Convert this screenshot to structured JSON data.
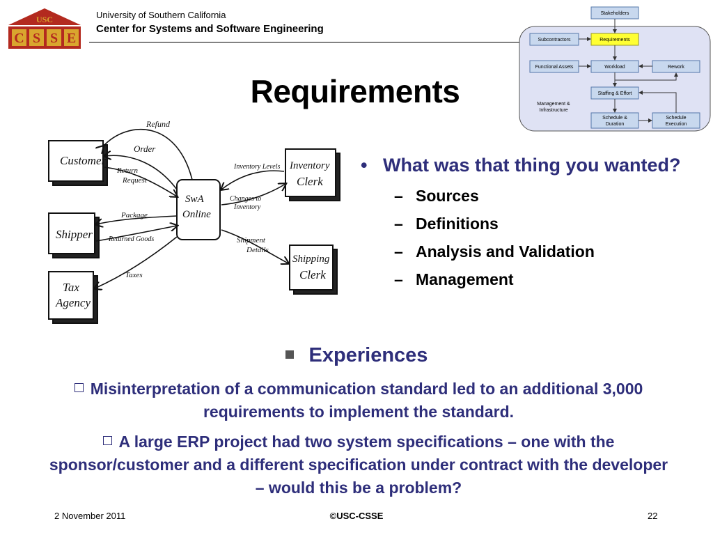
{
  "header": {
    "logo_top": "USC",
    "logo_letters": [
      "C",
      "S",
      "S",
      "E"
    ],
    "university": "University of Southern California",
    "center": "Center for Systems and Software Engineering"
  },
  "slide": {
    "title": "Requirements"
  },
  "flow_diagram": {
    "boxes": {
      "stakeholders": "Stakeholders",
      "subcontractors": "Subcontractors",
      "requirements": "Requirements",
      "functional_assets": "Functional Assets",
      "workload": "Workload",
      "rework": "Rework",
      "staffing": "Staffing & Effort",
      "schedule_duration_1": "Schedule &",
      "schedule_duration_2": "Duration",
      "schedule_execution_1": "Schedule",
      "schedule_execution_2": "Execution"
    },
    "note_1": "Management &",
    "note_2": "Infrastructure",
    "colors": {
      "highlight": "#ffff33",
      "box": "#c8d8ee",
      "panel": "#dfe2f4"
    }
  },
  "sketch": {
    "entities": {
      "customer": "Customer",
      "shipper": "Shipper",
      "tax_1": "Tax",
      "tax_2": "Agency",
      "inventory_1": "Inventory",
      "inventory_2": "Clerk",
      "shipping_1": "Shipping",
      "shipping_2": "Clerk",
      "center_1": "SwA",
      "center_2": "Online"
    },
    "flows": {
      "refund": "Refund",
      "order": "Order",
      "return_1": "Return",
      "return_2": "Request",
      "package": "Package",
      "returned": "Returned Goods",
      "taxes": "Taxes",
      "inv_levels": "Inventory Levels",
      "changes_1": "Changes to",
      "changes_2": "Inventory",
      "shipment_1": "Shipment",
      "shipment_2": "Details"
    }
  },
  "bullets": {
    "main": "What was that thing you wanted?",
    "sub": [
      "Sources",
      "Definitions",
      "Analysis and Validation",
      "Management"
    ]
  },
  "experiences": {
    "heading": "Experiences",
    "p1": "Misinterpretation of a communication standard led to an additional 3,000 requirements to implement the standard.",
    "p2": "A large ERP project had two system specifications – one with the sponsor/customer and a different specification under contract with the developer – would this be a problem?"
  },
  "footer": {
    "date": "2 November 2011",
    "copyright": "©USC-CSSE",
    "page": "22"
  },
  "colors": {
    "accent": "#2e2e7a",
    "logo_red": "#b32a1f",
    "logo_gold": "#d9a62e"
  }
}
